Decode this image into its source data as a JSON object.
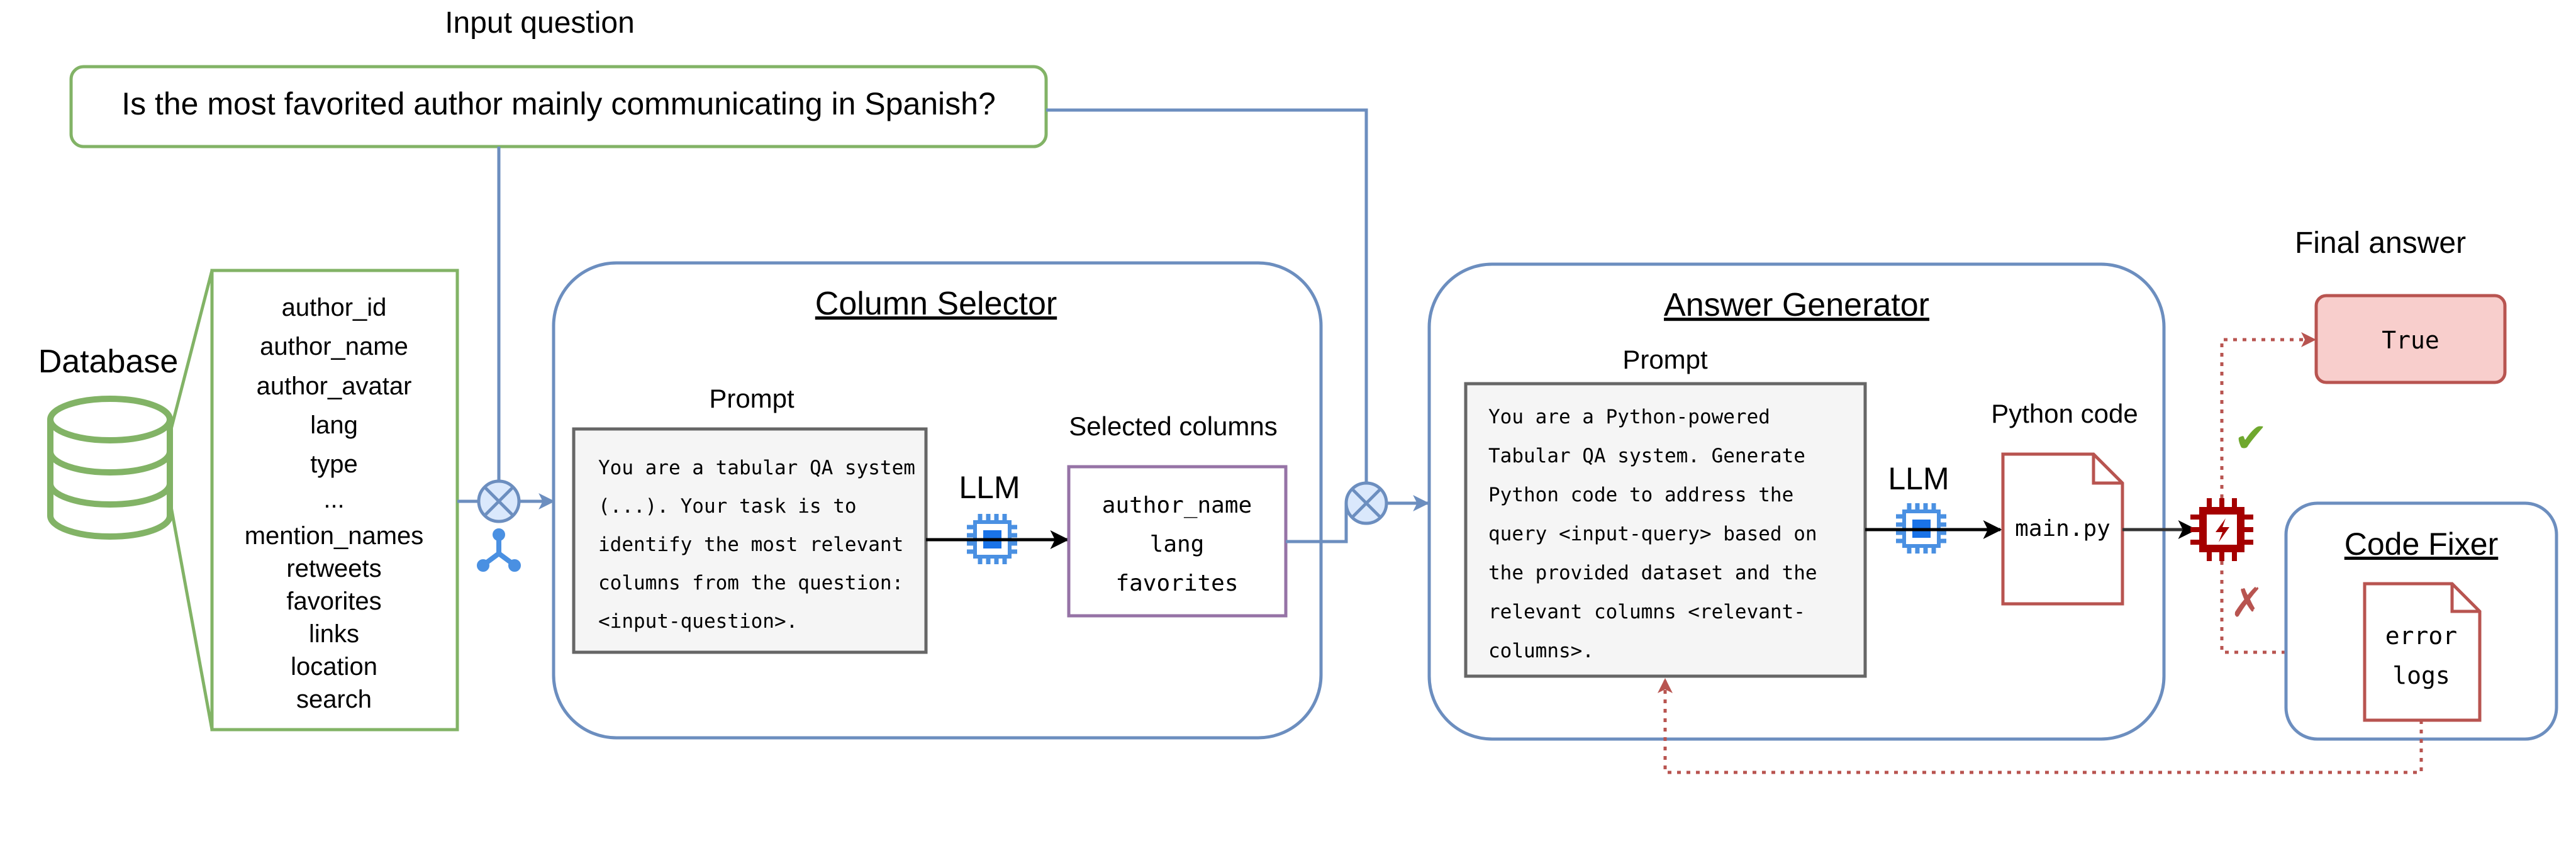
{
  "input": {
    "heading": "Input question",
    "question": "Is the most favorited author mainly communicating in Spanish?"
  },
  "database": {
    "label": "Database",
    "columns": [
      "author_id",
      "author_name",
      "author_avatar",
      "lang",
      "type",
      "...",
      "mention_names",
      "retweets",
      "favorites",
      "links",
      "location",
      "search"
    ]
  },
  "column_selector": {
    "title": "Column Selector",
    "prompt_label": "Prompt",
    "prompt_lines": [
      "You are a tabular QA system",
      "(...). Your task is to",
      "identify the most relevant",
      "columns from the question:",
      "<input-question>."
    ],
    "llm_label": "LLM",
    "selected_label": "Selected columns",
    "selected_columns": [
      "author_name",
      "lang",
      "favorites"
    ]
  },
  "answer_generator": {
    "title": "Answer Generator",
    "prompt_label": "Prompt",
    "prompt_lines": [
      "You are a Python-powered",
      "Tabular QA system. Generate",
      "Python code to address the",
      "query <input-query> based on",
      "the provided dataset and the",
      "relevant columns <relevant-",
      "columns>."
    ],
    "llm_label": "LLM",
    "code_label": "Python code",
    "code_file": "main.py"
  },
  "final": {
    "heading": "Final answer",
    "answer": "True",
    "success_mark": "✔",
    "failure_mark": "✗"
  },
  "code_fixer": {
    "title": "Code Fixer",
    "file_lines": [
      "error",
      "logs"
    ]
  },
  "colors": {
    "green": "#82b366",
    "blue": "#6c8ebf",
    "red": "#b85450",
    "dark_red": "#a50000",
    "purple": "#9673a6",
    "gray_fill": "#f5f5f5",
    "gray_stroke": "#666666",
    "pink_fill": "#f8cecc"
  }
}
